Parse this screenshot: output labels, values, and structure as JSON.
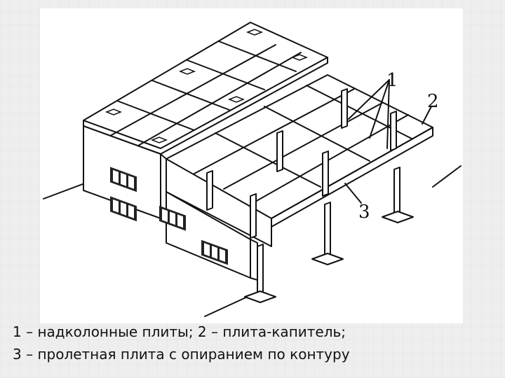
{
  "figure": {
    "callouts": {
      "one": "1",
      "two": "2",
      "three": "3"
    }
  },
  "caption": {
    "line1": "1 – надколонные плиты; 2 – плита-капитель;",
    "line2": "3 – пролетная плита с опиранием по контуру"
  }
}
